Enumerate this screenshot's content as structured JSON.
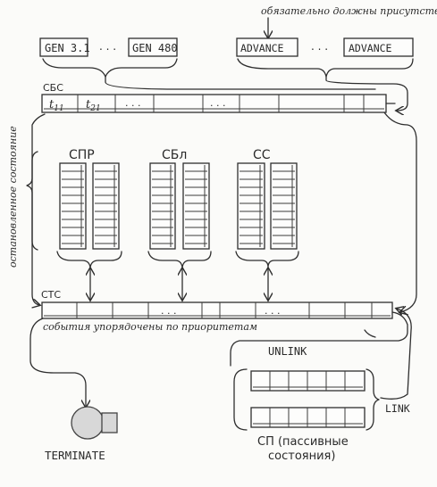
{
  "top_note": "обязательно должны присутствовать",
  "gen_blocks": [
    "GEN 3.1",
    "GEN 480"
  ],
  "advance_blocks": [
    "ADVANCE",
    "ADVANCE"
  ],
  "dots": ". . .",
  "cec": {
    "label": "СБС",
    "cell1": "t",
    "cell1_sub": "11",
    "cell2": "t",
    "cell2_sub": "21"
  },
  "side_note": "остановленное состояние",
  "columns": [
    "СПР",
    "СБл",
    "СС"
  ],
  "ctc": {
    "label": "СТС",
    "caption": "события упорядочены по приоритетам"
  },
  "unlink": "UNLINK",
  "link": "LINK",
  "terminate": "TERMINATE",
  "passive": {
    "line1": "СП (пассивные",
    "line2": "состояния)"
  }
}
